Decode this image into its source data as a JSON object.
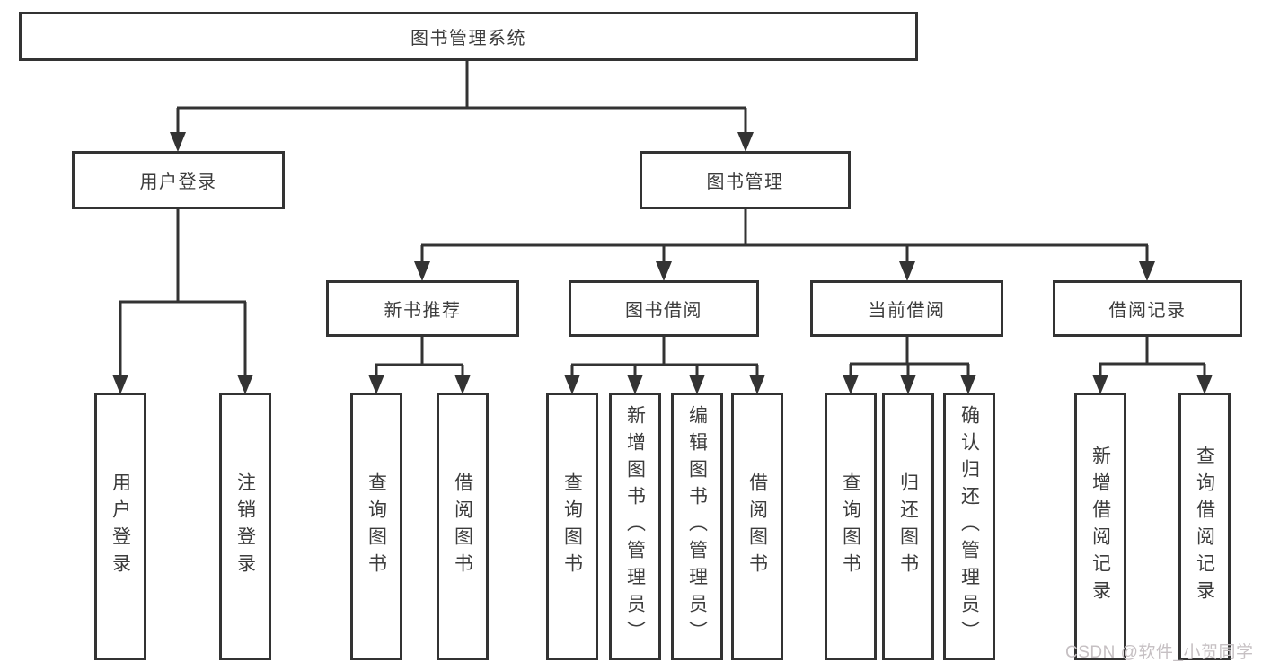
{
  "tree": {
    "label": "图书管理系统",
    "children": [
      {
        "label": "用户登录",
        "children": [
          {
            "label": "用户登录"
          },
          {
            "label": "注销登录"
          }
        ]
      },
      {
        "label": "图书管理",
        "children": [
          {
            "label": "新书推荐",
            "children": [
              {
                "label": "查询图书"
              },
              {
                "label": "借阅图书"
              }
            ]
          },
          {
            "label": "图书借阅",
            "children": [
              {
                "label": "查询图书"
              },
              {
                "label": "新增图书（管理员）"
              },
              {
                "label": "编辑图书（管理员）"
              },
              {
                "label": "借阅图书"
              }
            ]
          },
          {
            "label": "当前借阅",
            "children": [
              {
                "label": "查询图书"
              },
              {
                "label": "归还图书"
              },
              {
                "label": "确认归还（管理员）"
              }
            ]
          },
          {
            "label": "借阅记录",
            "children": [
              {
                "label": "新增借阅记录"
              },
              {
                "label": "查询借阅记录"
              }
            ]
          }
        ]
      }
    ]
  },
  "watermark": "CSDN @软件_小贺同学",
  "colors": {
    "line": "#333333",
    "text": "#3c3c3c",
    "background": "#ffffff",
    "watermark": "#c6c0c3"
  }
}
